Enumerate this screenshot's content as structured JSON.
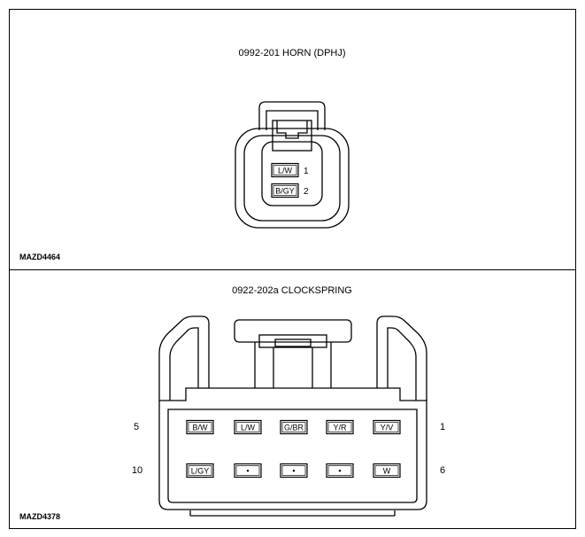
{
  "panels": [
    {
      "title": "0992-201  HORN (DPHJ)",
      "code": "MAZD4464",
      "pins": [
        {
          "number": "1",
          "wire": "L/W"
        },
        {
          "number": "2",
          "wire": "B/GY"
        }
      ]
    },
    {
      "title": "0922-202a CLOCKSPRING",
      "code": "MAZD4378",
      "row_labels": {
        "top_left": "5",
        "top_right": "1",
        "bottom_left": "10",
        "bottom_right": "6"
      },
      "top_row": [
        "B/W",
        "L/W",
        "G/BR",
        "Y/R",
        "Y/V"
      ],
      "bottom_row": [
        "L/GY",
        "•",
        "•",
        "•",
        "W"
      ]
    }
  ]
}
